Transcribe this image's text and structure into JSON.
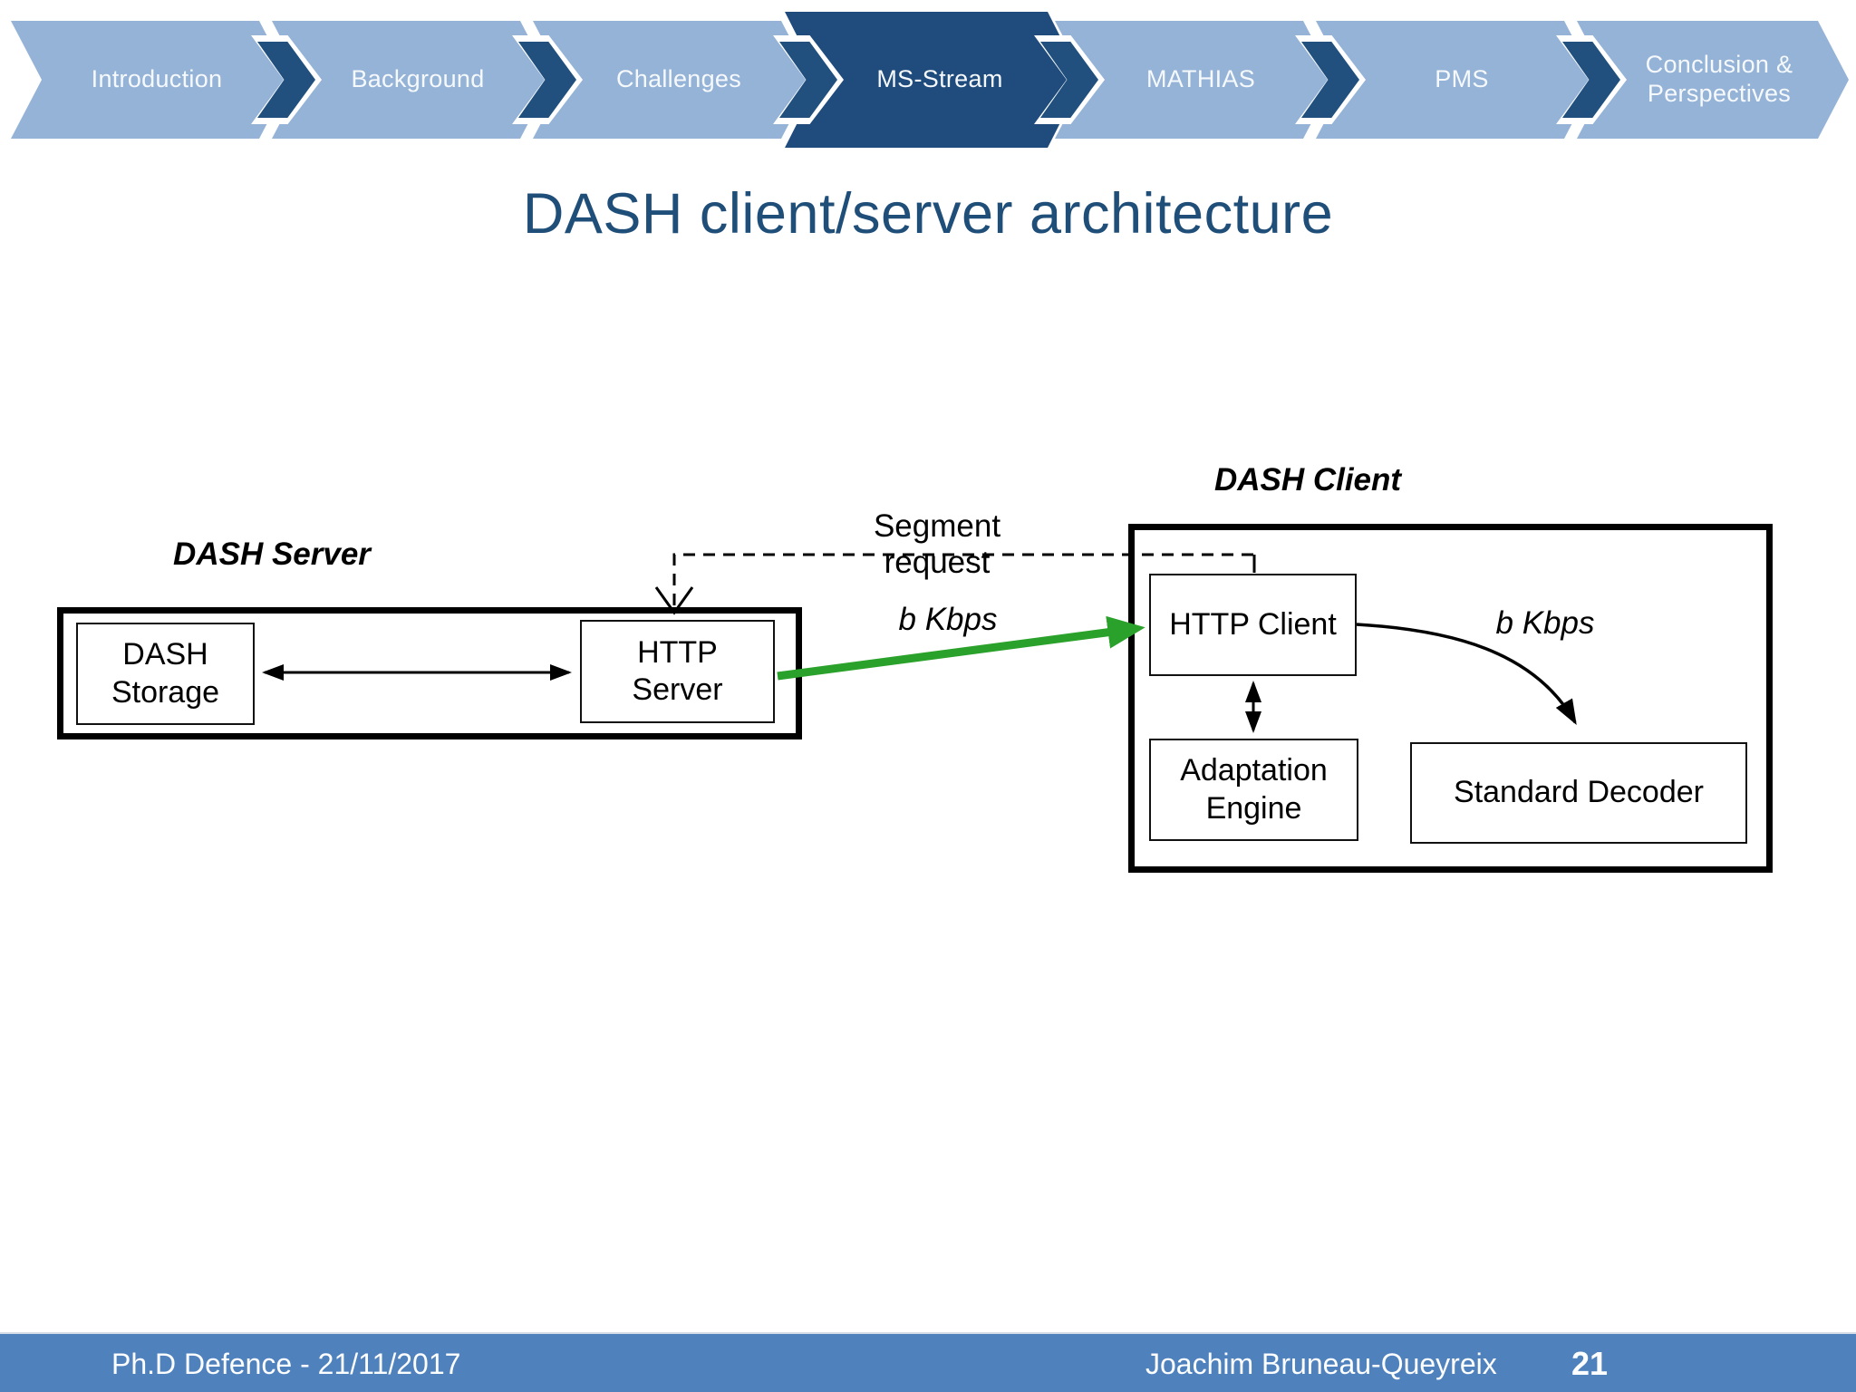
{
  "nav": {
    "items": [
      {
        "label": "Introduction",
        "active": false
      },
      {
        "label": "Background",
        "active": false
      },
      {
        "label": "Challenges",
        "active": false
      },
      {
        "label": "MS-Stream",
        "active": true
      },
      {
        "label": "MATHIAS",
        "active": false
      },
      {
        "label": "PMS",
        "active": false
      },
      {
        "label": "Conclusion & Perspectives",
        "active": false
      }
    ]
  },
  "title": "DASH client/server architecture",
  "diagram": {
    "server_group_label": "DASH Server",
    "client_group_label": "DASH Client",
    "nodes": {
      "dash_storage": "DASH\nStorage",
      "http_server": "HTTP\nServer",
      "http_client": "HTTP Client",
      "adaptation_engine": "Adaptation\nEngine",
      "standard_decoder": "Standard Decoder"
    },
    "edges": {
      "segment_request_label": "Segment request",
      "server_to_client_rate_label": "b Kbps",
      "client_to_decoder_rate_label": "b Kbps"
    }
  },
  "footer": {
    "left": "Ph.D Defence - 21/11/2017",
    "author": "Joachim Bruneau-Queyreix",
    "page_number": "21"
  },
  "colors": {
    "nav_item_bg": "#95B3D7",
    "nav_active_bg": "#1F4C7C",
    "nav_chevron": "#21507E",
    "title_color": "#1F4E79",
    "footer_bg": "#4F81BD",
    "green_arrow": "#2AA12A",
    "box_border": "#000000"
  }
}
